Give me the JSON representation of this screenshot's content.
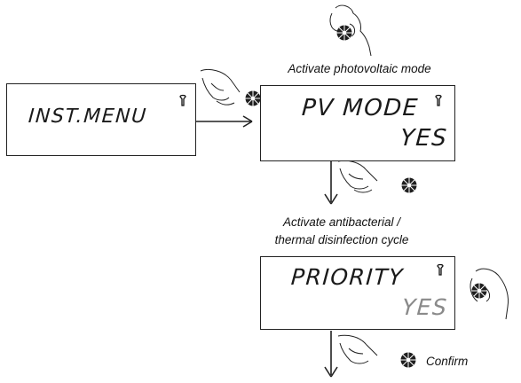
{
  "screens": {
    "inst_menu": {
      "line1": "INST.MENU"
    },
    "pv_mode": {
      "line1": "PV MODE",
      "line2": "YES"
    },
    "priority": {
      "line1": "PRIORITY",
      "line2": "YES"
    }
  },
  "captions": {
    "activate_pv": "Activate photovoltaic mode",
    "activate_antibacterial_line1": "Activate antibacterial /",
    "activate_antibacterial_line2": "thermal disinfection cycle",
    "confirm": "Confirm"
  },
  "icons": [
    "wrench-icon",
    "hand-turning-knob-icon",
    "hand-pressing-knob-icon",
    "arrow-right",
    "arrow-down"
  ],
  "colors": {
    "line": "#222222",
    "dimmed_value": "#8a8a8a",
    "knob": "#1e1e1e"
  }
}
